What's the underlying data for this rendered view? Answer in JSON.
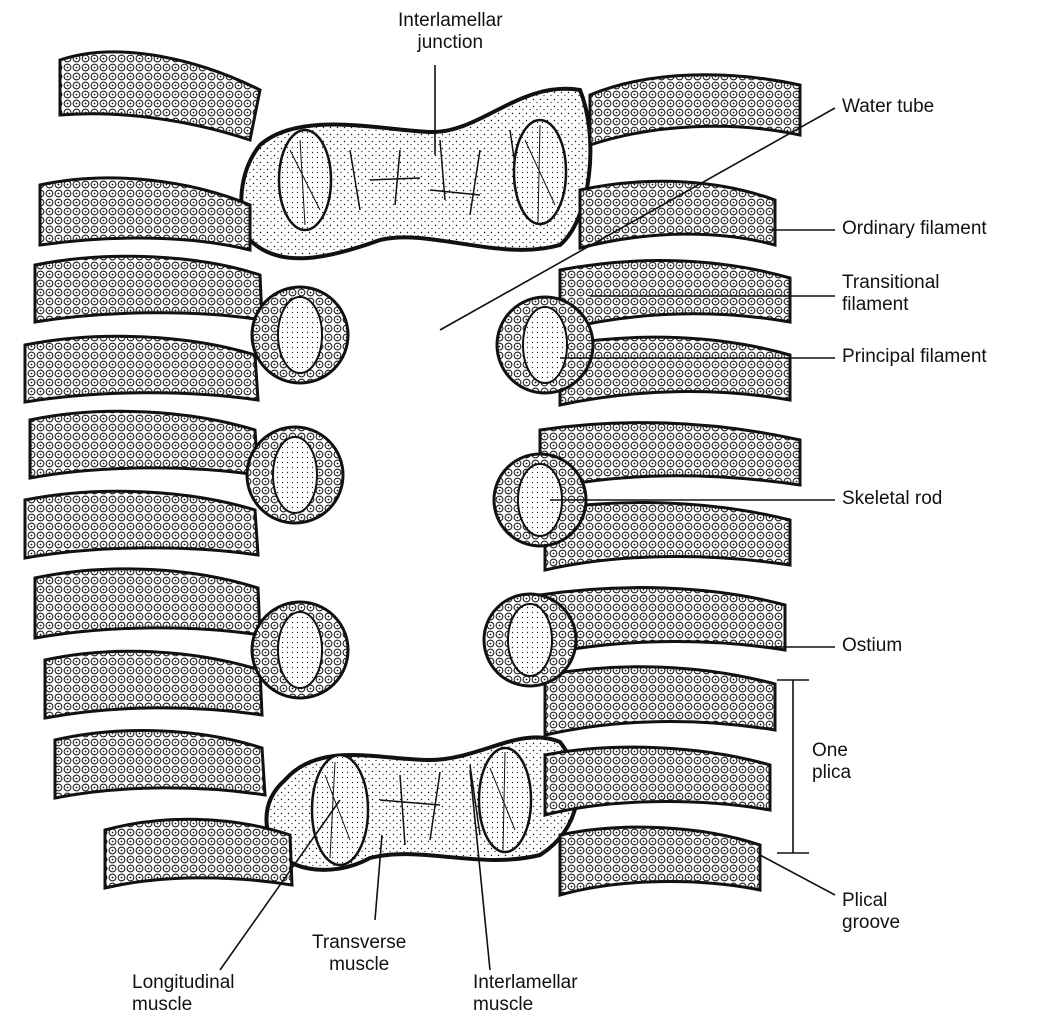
{
  "labels": {
    "interlamellar_junction": [
      "Interlamellar",
      "junction"
    ],
    "water_tube": "Water tube",
    "ordinary_filament": "Ordinary filament",
    "transitional_filament": [
      "Transitional",
      "filament"
    ],
    "principal_filament": "Principal filament",
    "skeletal_rod": "Skeletal rod",
    "ostium": "Ostium",
    "one_plica": [
      "One",
      "plica"
    ],
    "plical_groove": [
      "Plical",
      "groove"
    ],
    "transverse_muscle": [
      "Transverse",
      "muscle"
    ],
    "longitudinal_muscle": [
      "Longitudinal",
      "muscle"
    ],
    "interlamellar_muscle": [
      "Interlamellar",
      "muscle"
    ]
  },
  "colors": {
    "ink": "#111111",
    "background": "#ffffff"
  }
}
